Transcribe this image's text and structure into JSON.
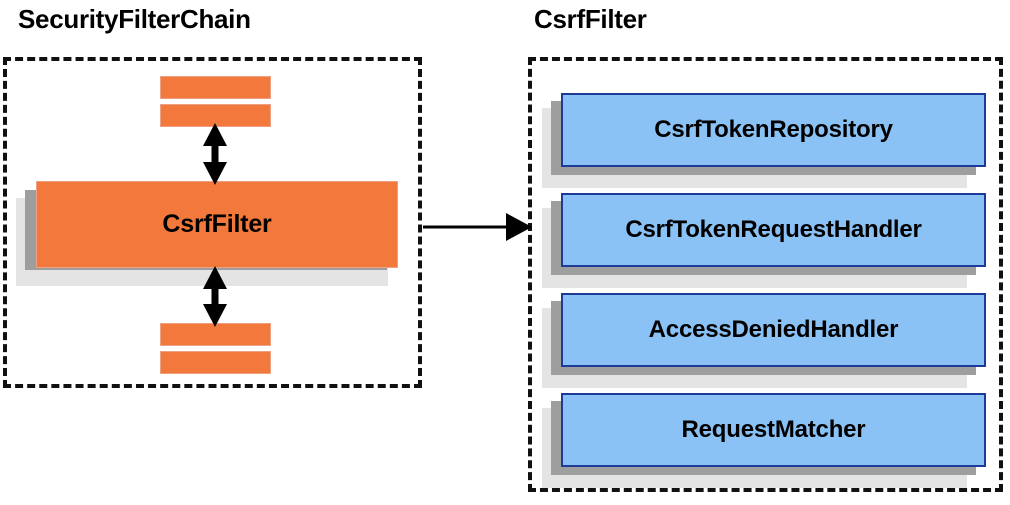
{
  "diagram": {
    "type": "component-relationship-diagram",
    "background_color": "#ffffff",
    "panels": [
      {
        "id": "security-filter-chain",
        "title": "SecurityFilterChain",
        "border_style": "dashed",
        "border_color": "#111111",
        "items": [
          {
            "label": "",
            "kind": "filter-bar",
            "color": "#f2793b"
          },
          {
            "label": "",
            "kind": "filter-bar",
            "color": "#f2793b"
          },
          {
            "label": "CsrfFilter",
            "kind": "filter-box",
            "color": "#f2793b"
          },
          {
            "label": "",
            "kind": "filter-bar",
            "color": "#f2793b"
          },
          {
            "label": "",
            "kind": "filter-bar",
            "color": "#f2793b"
          }
        ]
      },
      {
        "id": "csrf-filter",
        "title": "CsrfFilter",
        "border_style": "dashed",
        "border_color": "#111111",
        "items": [
          {
            "label": "CsrfTokenRepository",
            "kind": "collaborator-box",
            "color": "#8bc2f5"
          },
          {
            "label": "CsrfTokenRequestHandler",
            "kind": "collaborator-box",
            "color": "#8bc2f5"
          },
          {
            "label": "AccessDeniedHandler",
            "kind": "collaborator-box",
            "color": "#8bc2f5"
          },
          {
            "label": "RequestMatcher",
            "kind": "collaborator-box",
            "color": "#8bc2f5"
          }
        ]
      }
    ],
    "connectors": [
      {
        "id": "chain-above-to-csrffilter",
        "style": "double-headed",
        "orientation": "vertical"
      },
      {
        "id": "csrffilter-to-chain-below",
        "style": "double-headed",
        "orientation": "vertical"
      },
      {
        "id": "securityfilterchain-to-csrffilter",
        "style": "single-headed",
        "orientation": "horizontal"
      }
    ],
    "colors": {
      "orange_fill": "#f2793b",
      "orange_border": "#eda184",
      "blue_fill": "#8bc2f5",
      "blue_border": "#1f3b99",
      "shadow_near": "#9e9e9e",
      "shadow_far": "#e4e4e4",
      "outline": "#111111"
    }
  }
}
